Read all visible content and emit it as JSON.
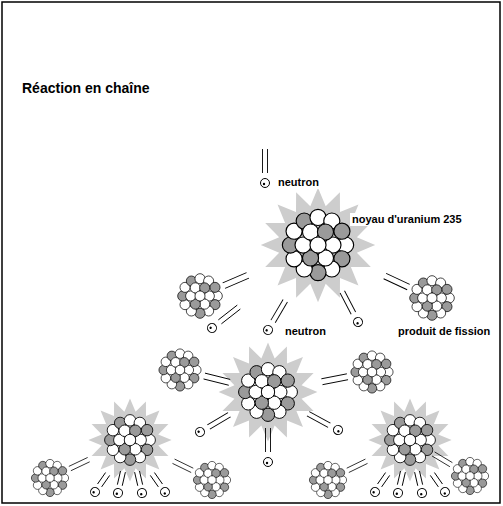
{
  "diagram": {
    "title": "Réaction en chaîne",
    "labels": [
      "neutron",
      "noyau d'uranium 235",
      "produit de fission",
      "neutron"
    ]
  }
}
